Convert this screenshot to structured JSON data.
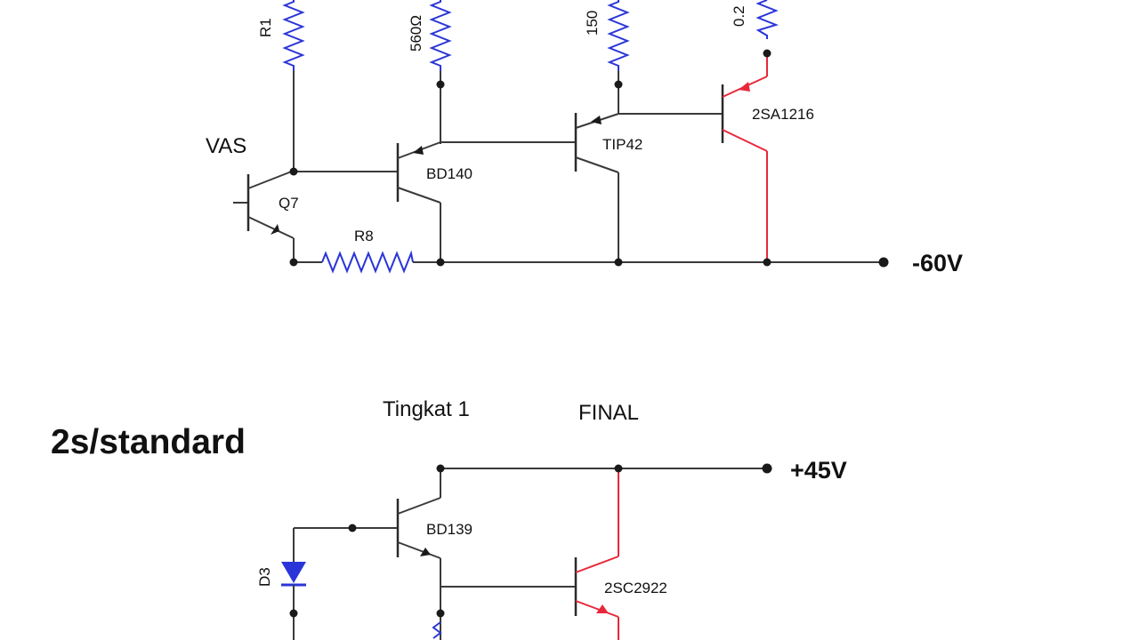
{
  "labels": {
    "vas": "VAS",
    "r1": "R1",
    "r_560": "560Ω",
    "r_150": "150",
    "r_02": "0.2",
    "r8": "R8",
    "q7": "Q7",
    "bd140": "BD140",
    "tip42": "TIP42",
    "sa1216": "2SA1216",
    "neg_rail": "-60V",
    "tingkat1": "Tingkat 1",
    "final": "FINAL",
    "standard": "2s/standard",
    "pos_rail": "+45V",
    "bd139": "BD139",
    "d3": "D3",
    "sc2922": "2SC2922"
  },
  "colors": {
    "wire": "#3a3a3a",
    "final_transistor": "#e8283a",
    "resistor": "#2a35d8",
    "diode": "#2a35d8"
  }
}
